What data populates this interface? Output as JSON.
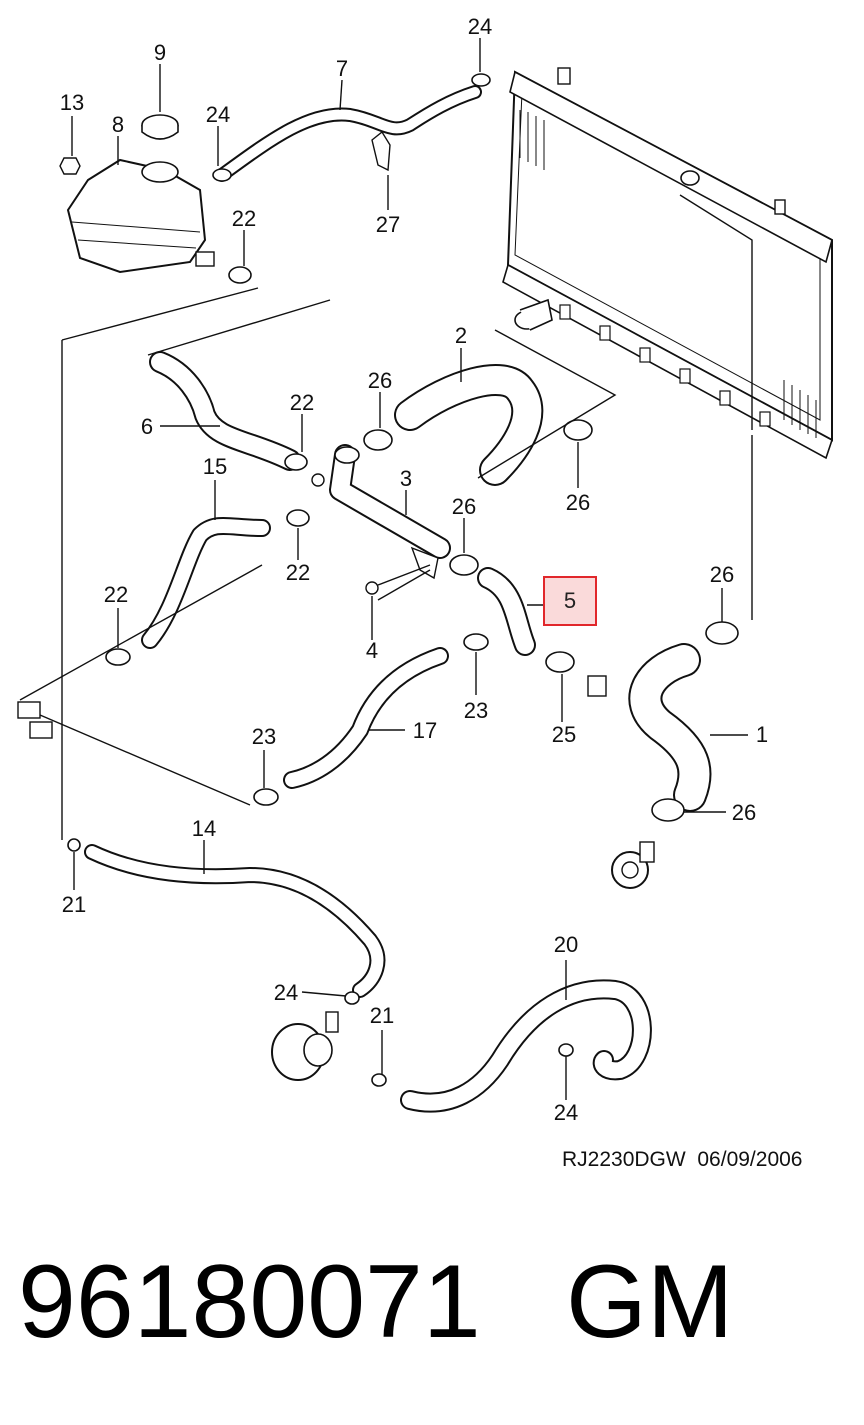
{
  "callouts": {
    "c1": "1",
    "c2": "2",
    "c3": "3",
    "c4": "4",
    "c5": "5",
    "c6": "6",
    "c7": "7",
    "c8": "8",
    "c9": "9",
    "c13": "13",
    "c14": "14",
    "c15": "15",
    "c17": "17",
    "c20": "20",
    "c21a": "21",
    "c21b": "21",
    "c22a": "22",
    "c22b": "22",
    "c22c": "22",
    "c22d": "22",
    "c23a": "23",
    "c23b": "23",
    "c24a": "24",
    "c24b": "24",
    "c24c": "24",
    "c24d": "24",
    "c25": "25",
    "c26a": "26",
    "c26b": "26",
    "c26c": "26",
    "c26d": "26",
    "c27": "27"
  },
  "highlighted_callout": "5",
  "reference": {
    "code": "RJ2230DGW",
    "date": "06/09/2006"
  },
  "product": {
    "part_number": "96180071",
    "brand": "GM"
  },
  "colors": {
    "highlight_border": "#e1272b",
    "highlight_fill": "#f3a9a9",
    "ink": "#111111"
  }
}
